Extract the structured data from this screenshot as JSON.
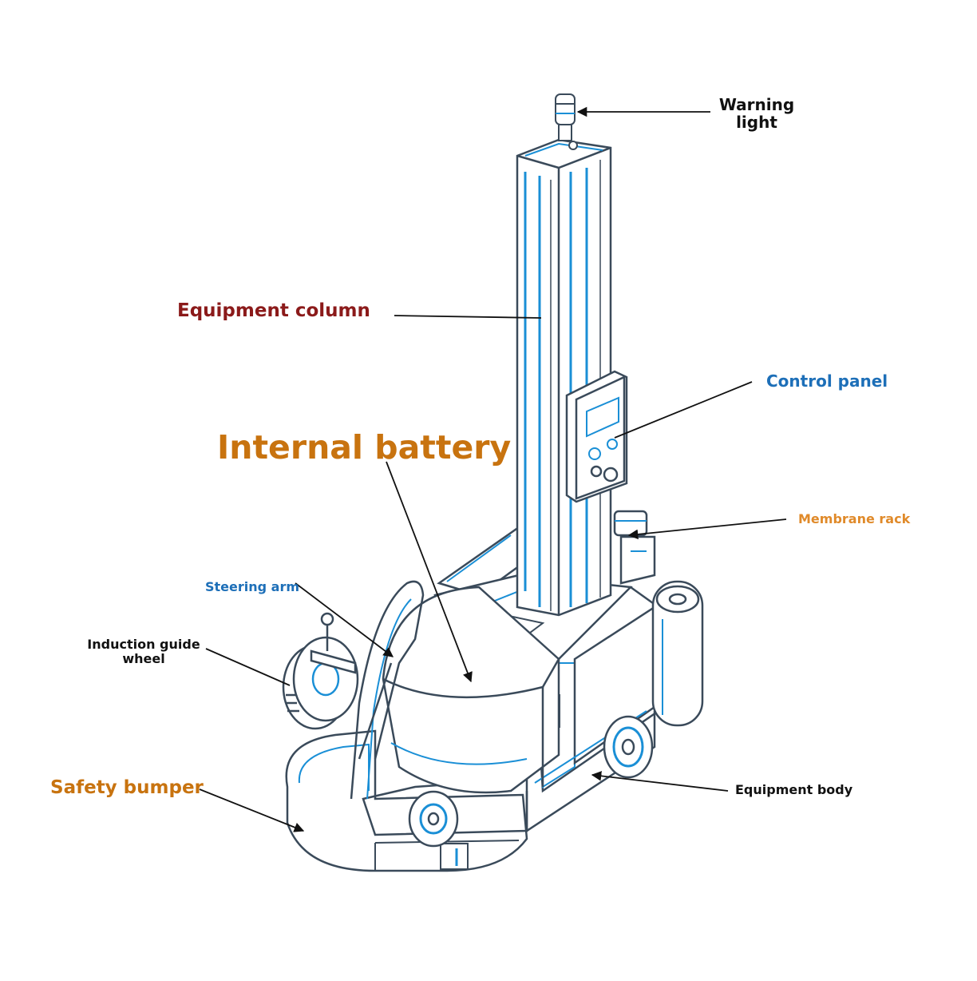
{
  "colors": {
    "outline": "#3a4a5a",
    "accent": "#1a8fd6",
    "column_label": "#8b1a1a",
    "battery_label": "#c8730f",
    "blue_label": "#1d6fb8",
    "orange_label": "#e08a2a",
    "dark_label": "#111111"
  },
  "labels": {
    "warning_light": "Warning light",
    "equipment_column": "Equipment column",
    "control_panel": "Control panel",
    "internal_battery": "Internal battery",
    "membrane_rack": "Membrane rack",
    "steering_arm": "Steering arm",
    "induction_guide_wheel": "Induction guide wheel",
    "safety_bumper": "Safety bumper",
    "equipment_body": "Equipment body"
  }
}
